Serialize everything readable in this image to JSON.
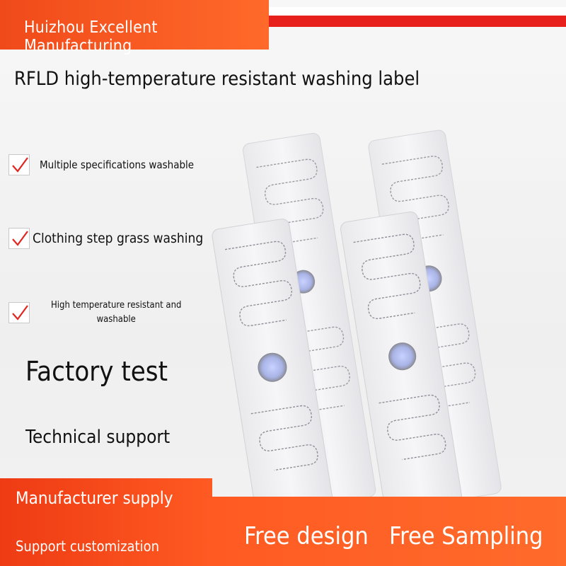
{
  "banner": {
    "company": "Huizhou Excellent Manufacturing",
    "accent_color": "#f25522",
    "stripe_color": "#e8201c"
  },
  "title": "RFLD high-temperature resistant washing label",
  "features": [
    {
      "icon": "checkmark-icon",
      "label": "Multiple specifications washable"
    },
    {
      "icon": "checkmark-icon",
      "label": "Clothing step grass washing"
    },
    {
      "icon": "checkmark-icon",
      "label_line1": "High temperature resistant and",
      "label_line2": "washable"
    }
  ],
  "headline_1": "Factory test",
  "headline_2": "Technical support",
  "footer": {
    "left_1": "Manufacturer supply",
    "left_2": "Support customization",
    "right_1": "Free design",
    "right_2": "Free Sampling"
  },
  "product_image": "rfid-washing-label-strips"
}
